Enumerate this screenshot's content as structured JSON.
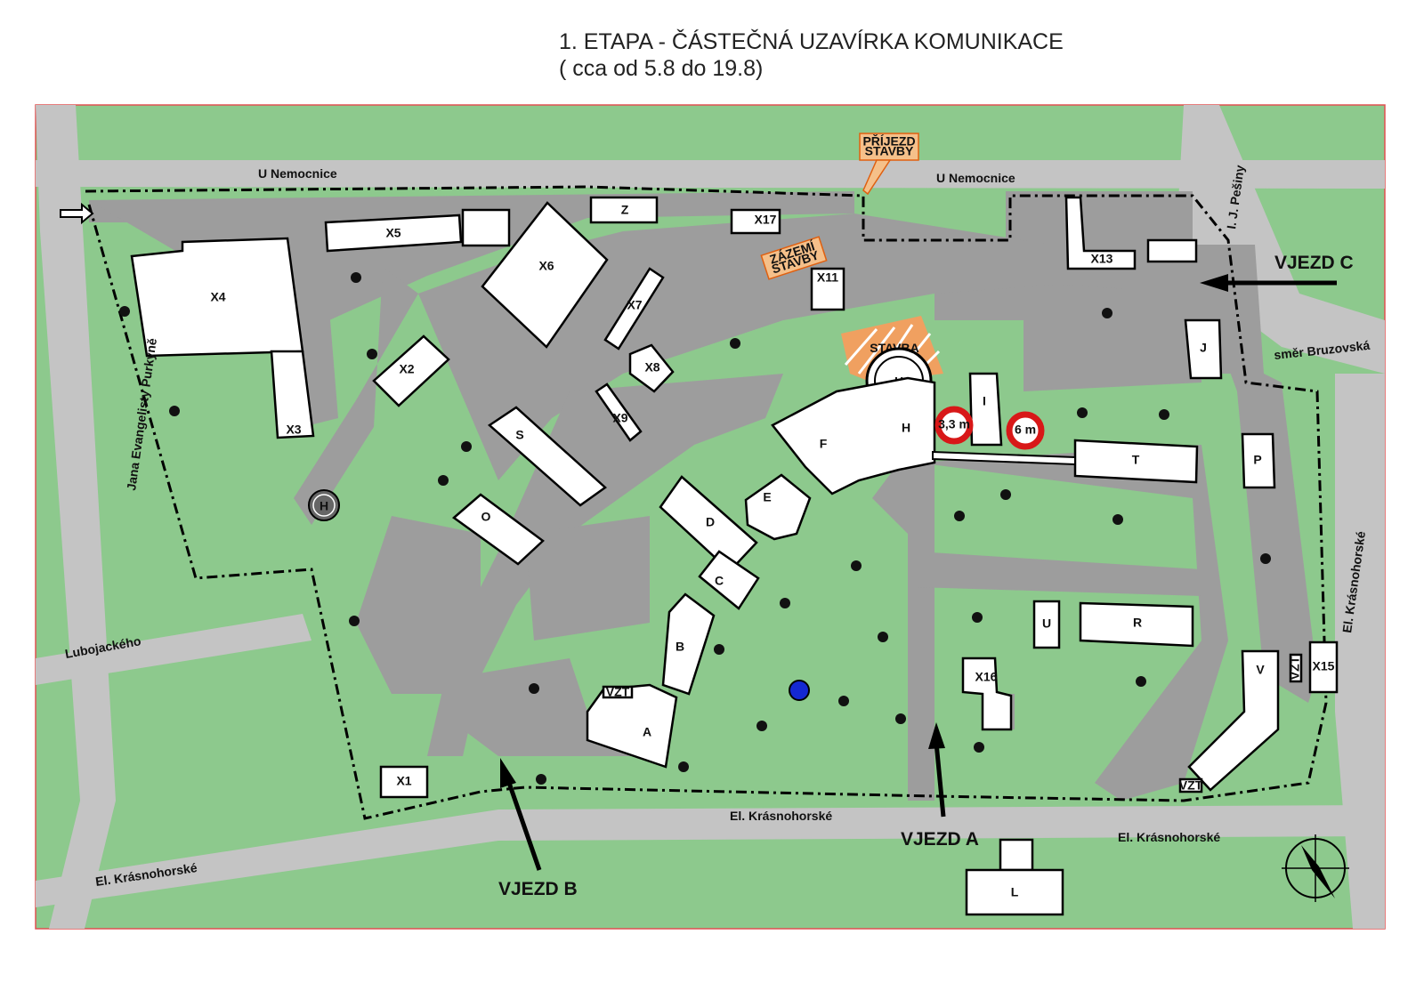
{
  "title": {
    "line1": "1. ETAPA - ČÁSTEČNÁ UZAVÍRKA KOMUNIKACE",
    "line2": "( cca od 5.8 do 19.8)"
  },
  "colors": {
    "grass": "#8dc98d",
    "road": "#9d9d9d",
    "street": "#c4c4c4",
    "building": "#ffffff",
    "construction": "#f0a060",
    "marker": "#1428d2"
  },
  "streets": {
    "u_nemocnice_left": "U Nemocnice",
    "u_nemocnice_right": "U Nemocnice",
    "jana_evangelisty": "Jana Evangelisty Purkyně",
    "lubojackeho": "Lubojackého",
    "krasnohorske_1": "El. Krásnohorské",
    "krasnohorske_2": "El. Krásnohorské",
    "krasnohorske_3": "El. Krásnohorské",
    "krasnohorske_4": "El. Krásnohorské",
    "pesiny": "I. J. Pešiny",
    "bruzovska": "směr Bruzovská"
  },
  "entrances": {
    "a": "VJEZD A",
    "b": "VJEZD B",
    "c": "VJEZD C"
  },
  "construction": {
    "stavba": "STAVBA",
    "prijezd_1": "PŘÍJEZD",
    "prijezd_2": "STAVBY",
    "zazemi_1": "ZÁZEMÍ",
    "zazemi_2": "STAVBY",
    "width_1": "3,3 m",
    "width_2": "6 m"
  },
  "buildings": {
    "x4": "X4",
    "x5": "X5",
    "x6": "X6",
    "z": "Z",
    "x17": "X17",
    "x11": "X11",
    "x13": "X13",
    "j": "J",
    "x7": "X7",
    "x8": "X8",
    "x9": "X9",
    "x2": "X2",
    "x3": "X3",
    "s": "S",
    "o": "O",
    "f": "F",
    "h": "H",
    "i": "I",
    "t": "T",
    "p": "P",
    "e": "E",
    "d": "D",
    "c": "C",
    "b": "B",
    "a": "A",
    "u": "U",
    "r": "R",
    "x16": "X16",
    "v": "V",
    "x15": "X15",
    "x1": "X1",
    "l": "L",
    "vzt1": "VZT",
    "vzt2": "VZT",
    "vzt3": "VZT"
  },
  "helipads": {
    "main": "H",
    "small": "H"
  }
}
